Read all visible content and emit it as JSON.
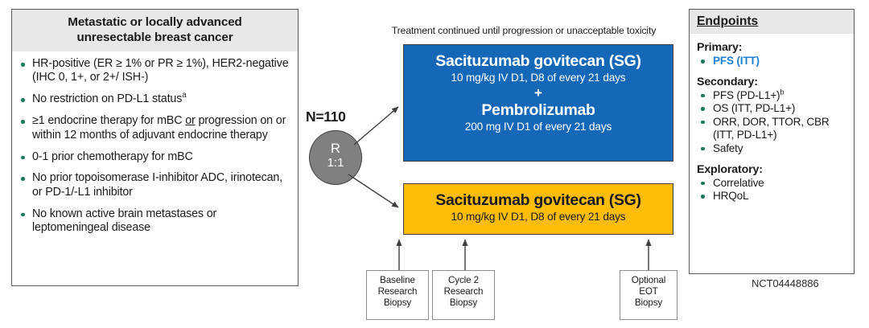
{
  "eligibility": {
    "title": "Metastatic or locally advanced unresectable breast cancer",
    "title_line1": "Metastatic or locally advanced",
    "title_line2": "unresectable breast cancer",
    "criteria": [
      "HR-positive (ER ≥ 1% or PR ≥ 1%), HER2-negative (IHC 0, 1+, or 2+/ ISH-)",
      "No restriction on PD-L1 status",
      "≥1 endocrine therapy for mBC or progression on or within 12 months of adjuvant endocrine therapy",
      "0-1 prior chemotherapy for mBC",
      "No prior topoisomerase I-inhibitor ADC, irinotecan, or PD-1/-L1 inhibitor",
      "No known active brain metastases or leptomeningeal disease"
    ],
    "footnote_marker_a": "a"
  },
  "center": {
    "continuation_note": "Treatment continued until progression or unacceptable toxicity",
    "enrollment_label": "N=110",
    "randomization_letter": "R",
    "randomization_ratio": "1:1"
  },
  "arms": {
    "combination": {
      "drug1": "Sacituzumab govitecan (SG)",
      "dose1": "10 mg/kg IV D1, D8 of every 21 days",
      "plus": "+",
      "drug2": "Pembrolizumab",
      "dose2": "200 mg IV D1 of every 21 days",
      "color": "#1568b8"
    },
    "monotherapy": {
      "drug1": "Sacituzumab govitecan (SG)",
      "dose1": "10 mg/kg IV D1, D8 of every 21 days",
      "color": "#fcbc09"
    }
  },
  "biopsies": [
    {
      "line1": "Baseline",
      "line2": "Research",
      "line3": "Biopsy"
    },
    {
      "line1": "Cycle 2",
      "line2": "Research",
      "line3": "Biopsy"
    },
    {
      "line1": "Optional",
      "line2": "EOT",
      "line3": "Biopsy"
    }
  ],
  "endpoints": {
    "title": "Endpoints",
    "primary_heading": "Primary:",
    "primary": [
      "PFS (ITT)"
    ],
    "secondary_heading": "Secondary:",
    "secondary": [
      "PFS (PD-L1+)",
      "OS (ITT, PD-L1+)",
      "ORR, DOR, TTOR, CBR (ITT, PD-L1+)",
      "Safety"
    ],
    "secondary_footnote_marker_b": "b",
    "exploratory_heading": "Exploratory:",
    "exploratory": [
      "Correlative",
      "HRQoL"
    ],
    "primary_color": "#1f7fd4"
  },
  "trial_id": "NCT04448886",
  "colors": {
    "bullet_green": "#1a7a5e",
    "header_gray": "#e8e8e8",
    "circle_gray": "#808080",
    "arm_blue": "#1568b8",
    "arm_yellow": "#fcbc09"
  }
}
